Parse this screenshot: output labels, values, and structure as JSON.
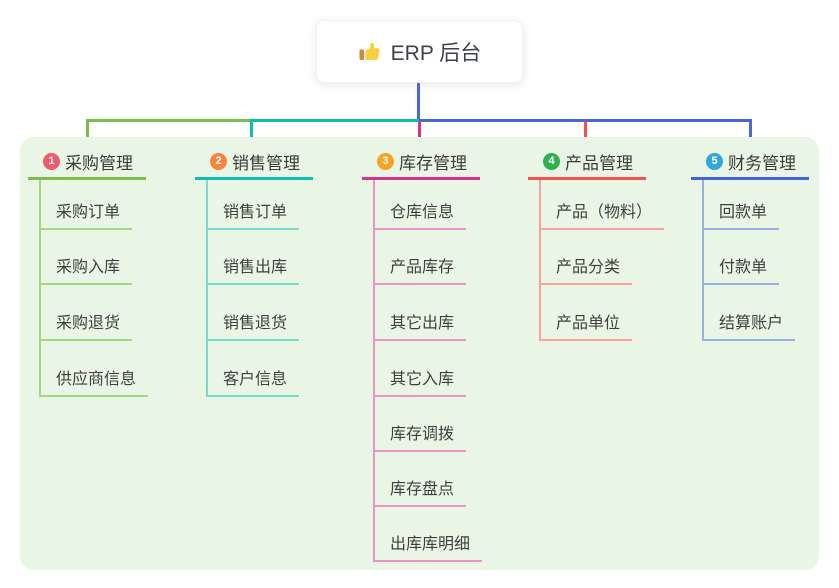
{
  "root": {
    "icon": "thumbs-up",
    "label": "ERP 后台"
  },
  "colors": {
    "panel_bg": "#E9F6E5",
    "root_stem": "#4A67D8",
    "rail_segments": [
      "#7CBE4B",
      "#0FBDB1",
      "#4A67D8"
    ],
    "drop_colors": [
      "#7CBE4B",
      "#0FBDB1",
      "#D5318E",
      "#F4504E",
      "#4A67D8"
    ]
  },
  "branches": [
    {
      "num": "1",
      "label": "采购管理",
      "badge_color": "#EF5A6C",
      "line_color": "#7CBE4B",
      "child_line_color": "#A8D488",
      "children": [
        "采购订单",
        "采购入库",
        "采购退货",
        "供应商信息"
      ]
    },
    {
      "num": "2",
      "label": "销售管理",
      "badge_color": "#F9853C",
      "line_color": "#0FBDB1",
      "child_line_color": "#7ED8CD",
      "children": [
        "销售订单",
        "销售出库",
        "销售退货",
        "客户信息"
      ]
    },
    {
      "num": "3",
      "label": "库存管理",
      "badge_color": "#F7A426",
      "line_color": "#D5318E",
      "child_line_color": "#EC92C5",
      "children": [
        "仓库信息",
        "产品库存",
        "其它出库",
        "其它入库",
        "库存调拨",
        "库存盘点",
        "出库库明细"
      ]
    },
    {
      "num": "4",
      "label": "产品管理",
      "badge_color": "#2EB150",
      "line_color": "#F4504E",
      "child_line_color": "#F8A2A1",
      "children": [
        "产品（物料）",
        "产品分类",
        "产品单位"
      ]
    },
    {
      "num": "5",
      "label": "财务管理",
      "badge_color": "#32A7DB",
      "line_color": "#4164D9",
      "child_line_color": "#9BAFE6",
      "children": [
        "回款单",
        "付款单",
        "结算账户"
      ]
    }
  ]
}
